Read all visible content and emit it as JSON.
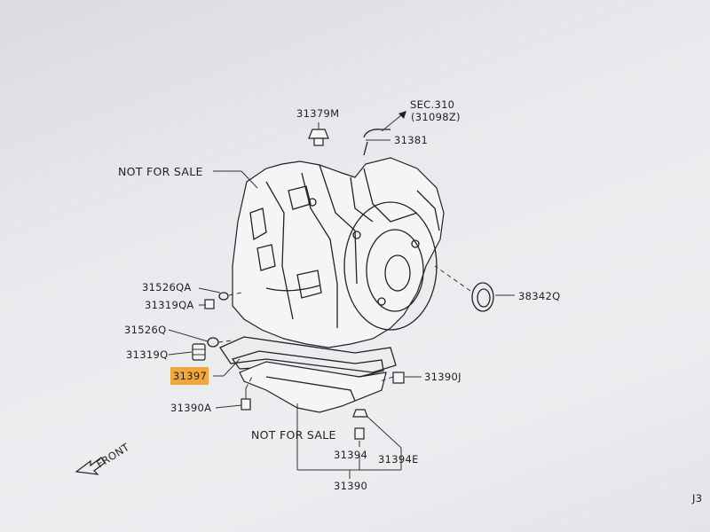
{
  "labels": {
    "p31379m": "31379M",
    "sec310": "SEC.310",
    "sec310_ref": "(31098Z)",
    "p31381": "31381",
    "not_for_sale_top": "NOT FOR SALE",
    "p38342q": "38342Q",
    "p31526qa": "31526QA",
    "p31319qa": "31319QA",
    "p31526q": "31526Q",
    "p31319q": "31319Q",
    "p31397": "31397",
    "p31390j": "31390J",
    "p31390a": "31390A",
    "not_for_sale_bottom": "NOT FOR SALE",
    "p31394": "31394",
    "p31394e": "31394E",
    "p31390": "31390",
    "front": "FRONT",
    "page_ref": "J3"
  },
  "highlight_color": "#f3a73a",
  "icons": {
    "front_arrow": "arrow-front-icon",
    "sec_arrow": "arrow-sec-icon"
  }
}
